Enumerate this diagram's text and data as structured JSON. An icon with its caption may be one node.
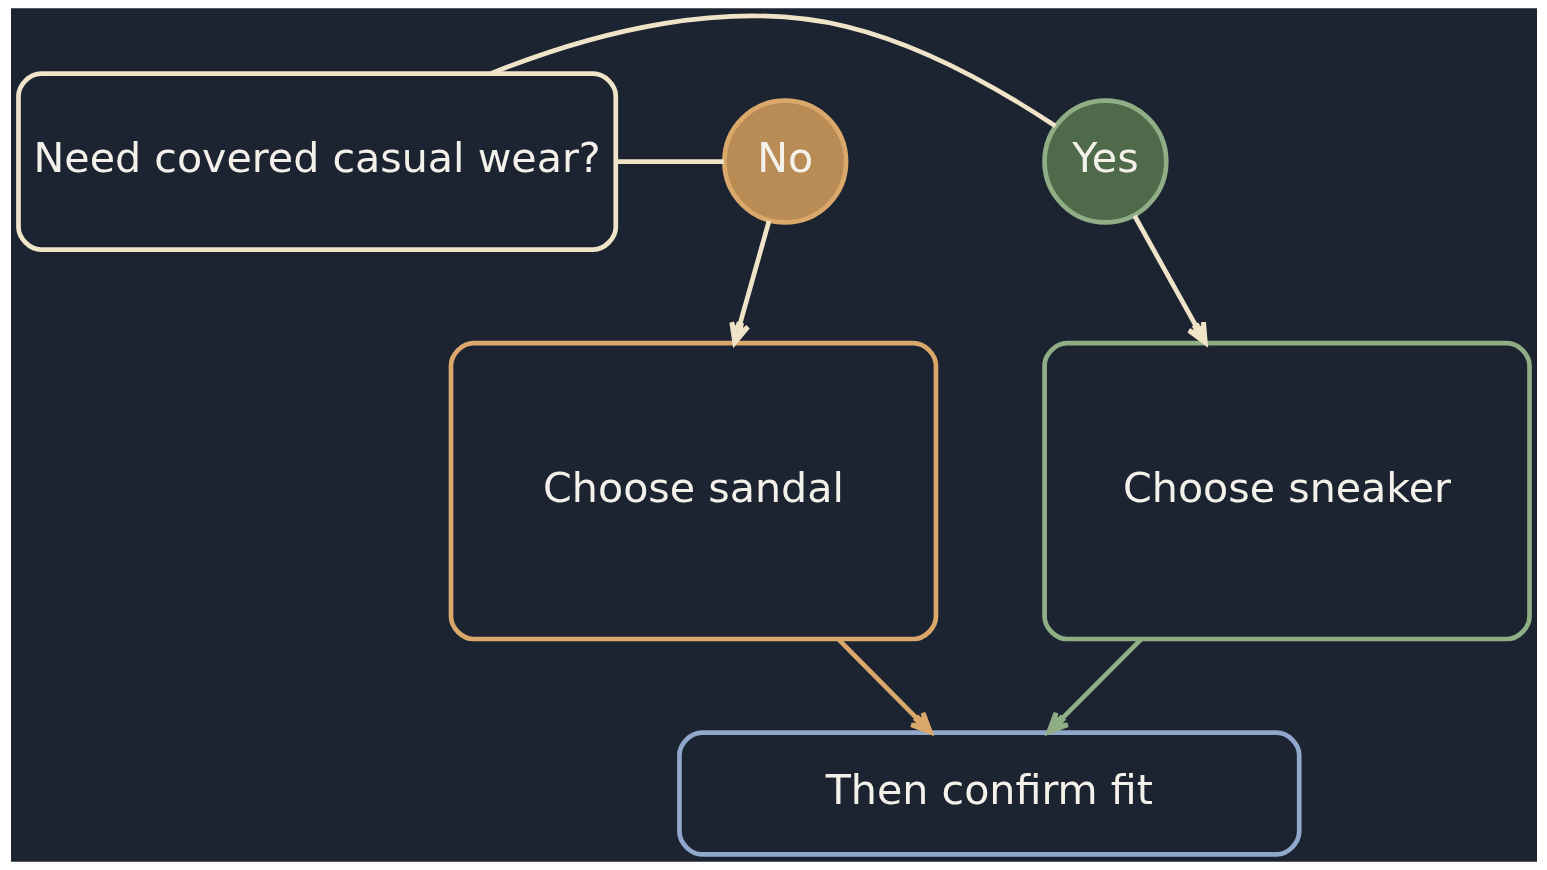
{
  "diagram": {
    "nodes": [
      {
        "text": [
          "Need covered casual wear?"
        ]
      },
      {
        "text": [
          "Yes"
        ]
      },
      {
        "text": [
          "No"
        ]
      },
      {
        "text": [
          "Choose sneaker"
        ]
      },
      {
        "text": [
          "Choose sandal"
        ]
      },
      {
        "text": [
          "Then confirm fit"
        ]
      }
    ],
    "edges": [
      {
        "from": 0,
        "to": 1,
        "arrow": "none"
      },
      {
        "from": 0,
        "to": 2,
        "arrow": "none"
      },
      {
        "from": 1,
        "to": 3,
        "arrow": "to"
      },
      {
        "from": 2,
        "to": 4,
        "arrow": "to"
      },
      {
        "from": 3,
        "to": 5,
        "arrow": "to",
        "color": "#8fae85"
      },
      {
        "from": 4,
        "to": 5,
        "arrow": "to",
        "color": "#d9a86a"
      }
    ]
  }
}
